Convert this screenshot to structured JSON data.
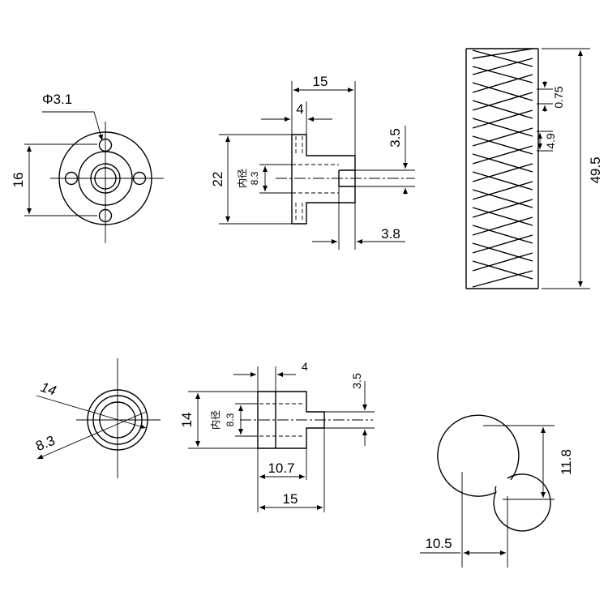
{
  "nut_front": {
    "hole_dia": "Φ3.1",
    "height": "16"
  },
  "nut_side": {
    "length": "15",
    "flange": "4",
    "outer": "22",
    "inner_word": "内径",
    "inner_val": "8.3",
    "thread": "3.5",
    "boss": "3.8"
  },
  "spring_side": {
    "length": "49.5",
    "gap": "0.75",
    "pitch": "4.9"
  },
  "nut2_front": {
    "outer": "14",
    "inner": "8.3"
  },
  "nut2_side": {
    "flange": "4",
    "thread": "3.5",
    "height": "14",
    "inner_word": "内径",
    "inner_val": "8.3",
    "boss": "10.7",
    "length": "15"
  },
  "spring_end": {
    "outer": "11.8",
    "inner": "10.5"
  }
}
